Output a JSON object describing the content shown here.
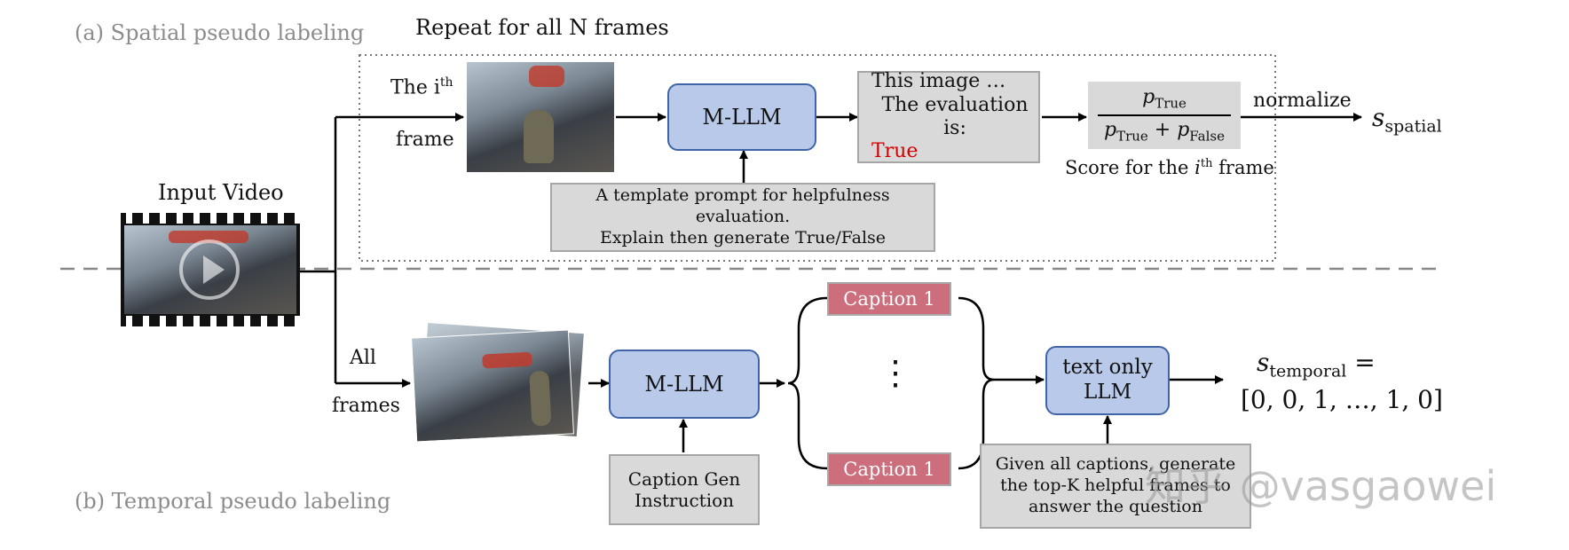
{
  "section_a": {
    "title": "(a) Spatial pseudo labeling",
    "repeat_label": "Repeat for all N frames"
  },
  "section_b": {
    "title": "(b) Temporal pseudo labeling"
  },
  "input": {
    "label": "Input Video"
  },
  "spatial": {
    "frame_label_top": "The i",
    "frame_label_sup": "th",
    "frame_label_bottom": "frame",
    "mllm": "M-LLM",
    "output_line1": "This image …",
    "output_line2": "The evaluation is:",
    "output_answer": "True",
    "prompt_line1": "A template prompt for helpfulness evaluation.",
    "prompt_line2": "Explain then generate True/False",
    "fraction_num_base": "p",
    "fraction_num_sub": "True",
    "fraction_den_a": "p",
    "fraction_den_a_sub": "True",
    "fraction_den_plus": " + ",
    "fraction_den_b": "p",
    "fraction_den_b_sub": "False",
    "score_caption_pre": "Score for the ",
    "score_caption_i": "i",
    "score_caption_sup": "th",
    "score_caption_post": " frame",
    "normalize": "normalize",
    "result_base": "s",
    "result_sub": "spatial"
  },
  "temporal": {
    "frames_label_top": "All",
    "frames_label_bottom": "frames",
    "mllm": "M-LLM",
    "caption_top": "Caption 1",
    "caption_bottom": "Caption 1",
    "ellipsis": "⋮",
    "instruction_line1": "Caption Gen",
    "instruction_line2": "Instruction",
    "llm_line1": "text only",
    "llm_line2": "LLM",
    "given_line1": "Given all captions, generate",
    "given_line2": "the top-K helpful frames to",
    "given_line3": "answer the question",
    "result_base": "s",
    "result_sub": "temporal",
    "result_eq": " =",
    "result_value": "[0, 0, 1, …, 1, 0]"
  },
  "watermark": "知乎 @vasgaowei",
  "colors": {
    "mllm_fill": "#b9c9e9",
    "mllm_border": "#3f64a8",
    "caption_fill": "#cc6e7c",
    "answer_red": "#d40000",
    "gray_box": "#d9d9d9"
  }
}
